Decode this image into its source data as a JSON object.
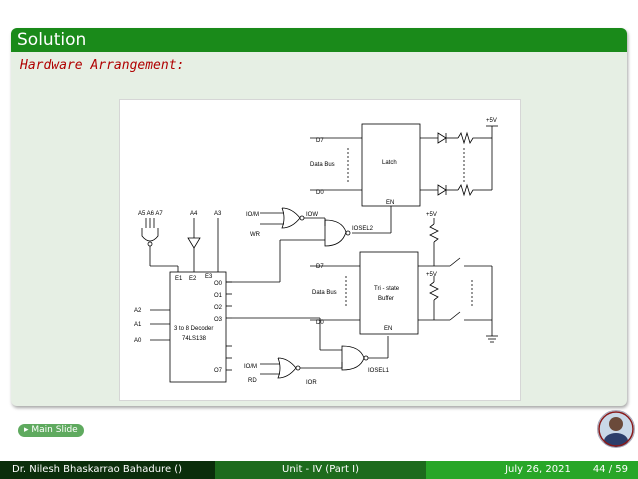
{
  "slide": {
    "title": "Solution",
    "subtitle": "Hardware Arrangement:",
    "main_slide_label": "Main Slide"
  },
  "diagram": {
    "top_labels": {
      "d7": "D7",
      "data_bus": "Data Bus",
      "d0": "D0",
      "latch": "Latch",
      "en": "EN",
      "vcc": "+5V"
    },
    "decoder": {
      "a5a6a7": "A5 A6 A7",
      "a4": "A4",
      "a3": "A3",
      "e1": "E1",
      "e2": "E2",
      "e3": "E3",
      "o0": "O0",
      "o1": "O1",
      "o2": "O2",
      "o3": "O3",
      "o7": "O7",
      "a2": "A2",
      "a1": "A1",
      "a0": "A0",
      "name1": "3 to 8 Decoder",
      "name2": "74LS138"
    },
    "gates": {
      "iom1": "IO/M",
      "wr": "WR",
      "iow": "IOW",
      "iosel2": "IOSEL2",
      "iom2": "IO/M",
      "rd": "RD",
      "ior": "IOR",
      "iosel1": "IOSEL1"
    },
    "bottom_labels": {
      "d7": "D7",
      "data_bus": "Data Bus",
      "d0": "D0",
      "buf1": "Tri - state",
      "buf2": "Buffer",
      "en": "EN",
      "vcc1": "+5V",
      "vcc2": "+5V"
    }
  },
  "footer": {
    "author": "Dr. Nilesh Bhaskarrao Bahadure ()",
    "unit": "Unit - IV (Part I)",
    "date": "July 26, 2021",
    "page": "44 / 59"
  },
  "colors": {
    "header": "#1a8a1a",
    "subtitle": "#b00000",
    "footer_dark": "#0b2e0b",
    "footer_mid": "#1d6b1d",
    "footer_light": "#28a628"
  }
}
